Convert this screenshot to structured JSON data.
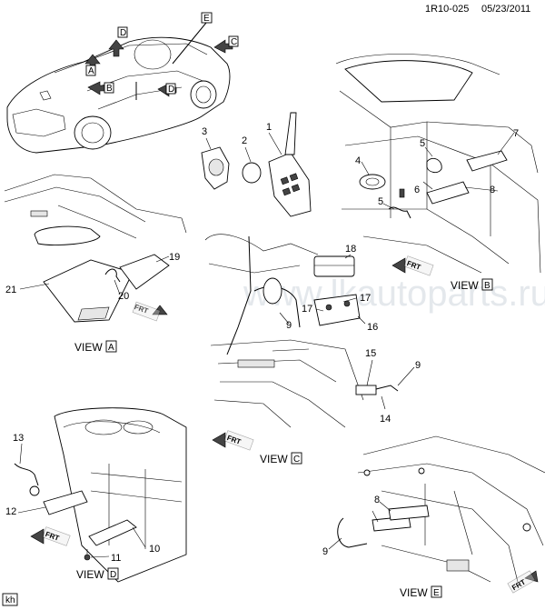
{
  "header": {
    "doc_id": "1R10-025",
    "date": "05/23/2011"
  },
  "watermark": "www.lkautoparts.ru",
  "corner_tag": "kh",
  "view_word": "VIEW",
  "view_letters": {
    "A": "A",
    "B": "B",
    "C": "C",
    "D": "D",
    "E": "E"
  },
  "frt_label": "FRT",
  "part_numbers": {
    "n1": "1",
    "n2": "2",
    "n3": "3",
    "n4": "4",
    "n5": "5",
    "n5b": "5",
    "n6": "6",
    "n7": "7",
    "n8": "8",
    "n8e": "8",
    "n9c": "9",
    "n9r": "9",
    "n9e": "9",
    "n10": "10",
    "n11": "11",
    "n12": "12",
    "n13": "13",
    "n14": "14",
    "n15": "15",
    "n16": "16",
    "n17a": "17",
    "n17b": "17",
    "n18": "18",
    "n19": "19",
    "n20": "20",
    "n21": "21"
  }
}
